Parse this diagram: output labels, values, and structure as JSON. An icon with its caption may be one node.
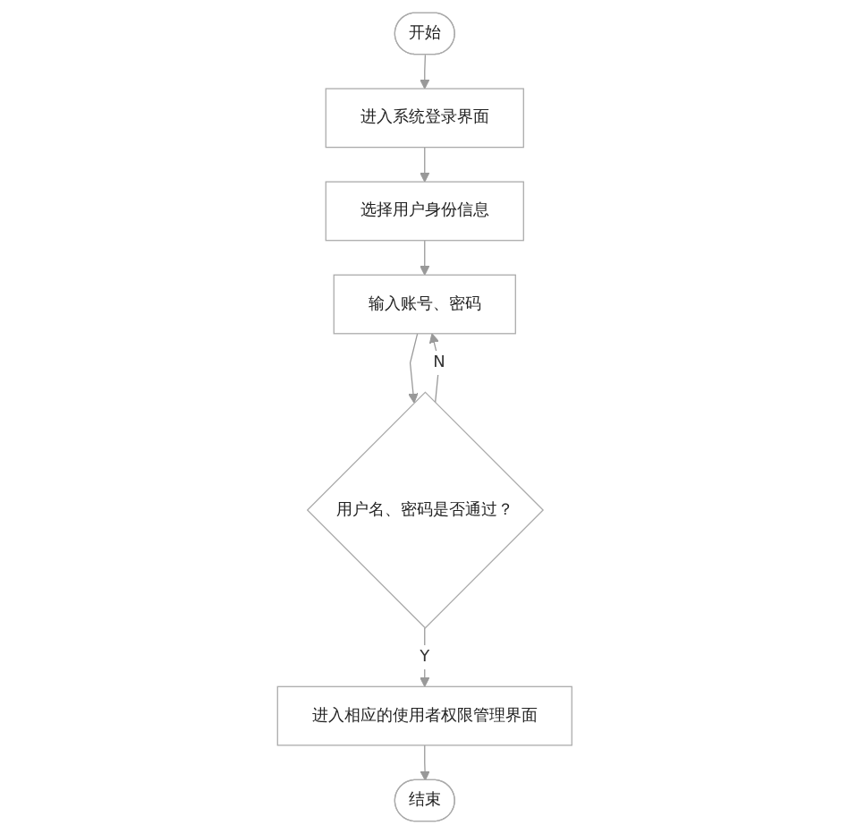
{
  "diagram": {
    "nodes": [
      {
        "text": [
          "开始"
        ]
      },
      {
        "text": [
          "进入系统登录界面"
        ]
      },
      {
        "text": [
          "选择用户身份信息"
        ]
      },
      {
        "text": [
          "输入账号、密码"
        ]
      },
      {
        "text": [
          "用户名、密码是否通过？"
        ]
      },
      {
        "text": [
          "进入相应的使用者权限管理界面"
        ]
      },
      {
        "text": [
          "结束"
        ]
      }
    ],
    "edges": [
      {
        "from": 0,
        "to": 1,
        "arrow": "to"
      },
      {
        "from": 1,
        "to": 2,
        "arrow": "to"
      },
      {
        "from": 2,
        "to": 3,
        "arrow": "to"
      },
      {
        "from": 3,
        "to": 4,
        "arrow": "to"
      },
      {
        "from": 4,
        "to": 5,
        "arrow": "to",
        "label": "Y"
      },
      {
        "from": 4,
        "to": 3,
        "arrow": "to",
        "label": "N"
      },
      {
        "from": 5,
        "to": 6,
        "arrow": "to"
      }
    ]
  }
}
